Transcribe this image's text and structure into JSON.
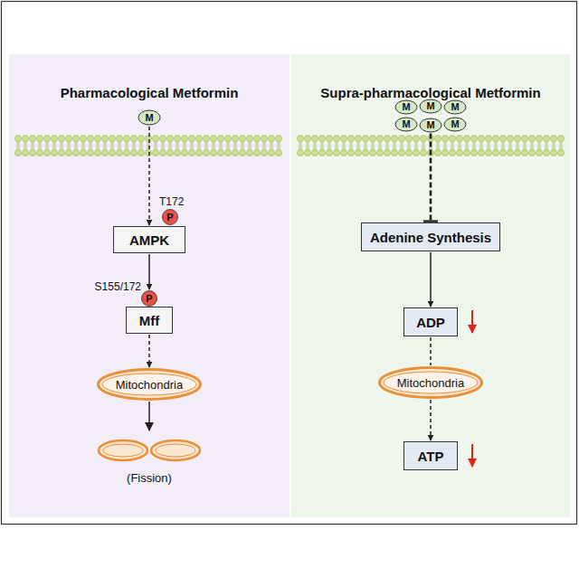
{
  "diagram": {
    "nodes": [
      {
        "text": [
          "Pharmacological Metformin"
        ]
      },
      {
        "text": [
          "M"
        ],
        "in": 0
      },
      {
        "text": [
          "P"
        ],
        "in": 0
      },
      {
        "text": [
          "AMPK"
        ],
        "in": 0
      },
      {
        "text": [
          "P"
        ],
        "in": 0
      },
      {
        "text": [
          "Mff"
        ],
        "in": 0
      },
      {
        "text": [
          "Mitochondria"
        ],
        "in": 0
      },
      {
        "text": [
          "Supra-pharmacological Metformin"
        ]
      },
      {
        "text": [
          "M"
        ],
        "in": 7
      },
      {
        "text": [
          "M"
        ],
        "in": 7
      },
      {
        "text": [
          "M"
        ],
        "in": 7
      },
      {
        "text": [
          "M"
        ],
        "in": 7
      },
      {
        "text": [
          "M"
        ],
        "in": 7
      },
      {
        "text": [
          "M"
        ],
        "in": 7
      },
      {
        "text": [
          "Adenine Synthesis"
        ],
        "in": 7
      },
      {
        "text": [
          "ADP"
        ],
        "in": 7
      },
      {
        "text": [
          "Mitochondria"
        ],
        "in": 7
      },
      {
        "text": [
          "ATP"
        ],
        "in": 7
      }
    ],
    "edges": [
      {
        "from": 1,
        "to": 3,
        "arrow": "to"
      },
      {
        "from": 3,
        "to": 5,
        "arrow": "to"
      },
      {
        "from": 5,
        "to": 6,
        "arrow": "to"
      },
      {
        "from": 12,
        "to": 14,
        "arrow": "to"
      },
      {
        "from": 14,
        "to": 15,
        "arrow": "to"
      },
      {
        "from": 15,
        "to": 16,
        "arrow": "none"
      },
      {
        "from": 16,
        "to": 17,
        "arrow": "to"
      }
    ],
    "labels": [
      "T172",
      "S155/172",
      "(Fission)"
    ]
  }
}
